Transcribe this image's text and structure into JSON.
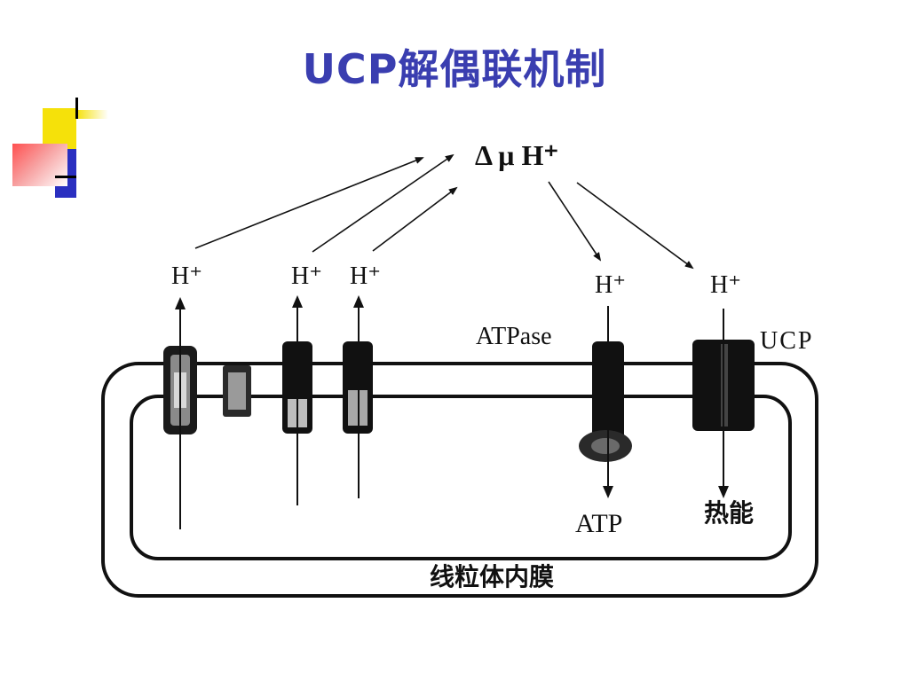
{
  "slide": {
    "title": "UCP解偶联机制"
  },
  "diagram": {
    "gradient_label": "Δ μ H⁺",
    "proton_label": "H⁺",
    "atpase_label": "ATPase",
    "ucp_label": "UCP",
    "atp_label": "ATP",
    "heat_label": "热能",
    "membrane_label": "线粒体内膜"
  },
  "colors": {
    "title": "#3a3eb0",
    "deco_yellow": "#f5e10a",
    "deco_blue": "#2a2fc0",
    "deco_red": "#f04040"
  }
}
